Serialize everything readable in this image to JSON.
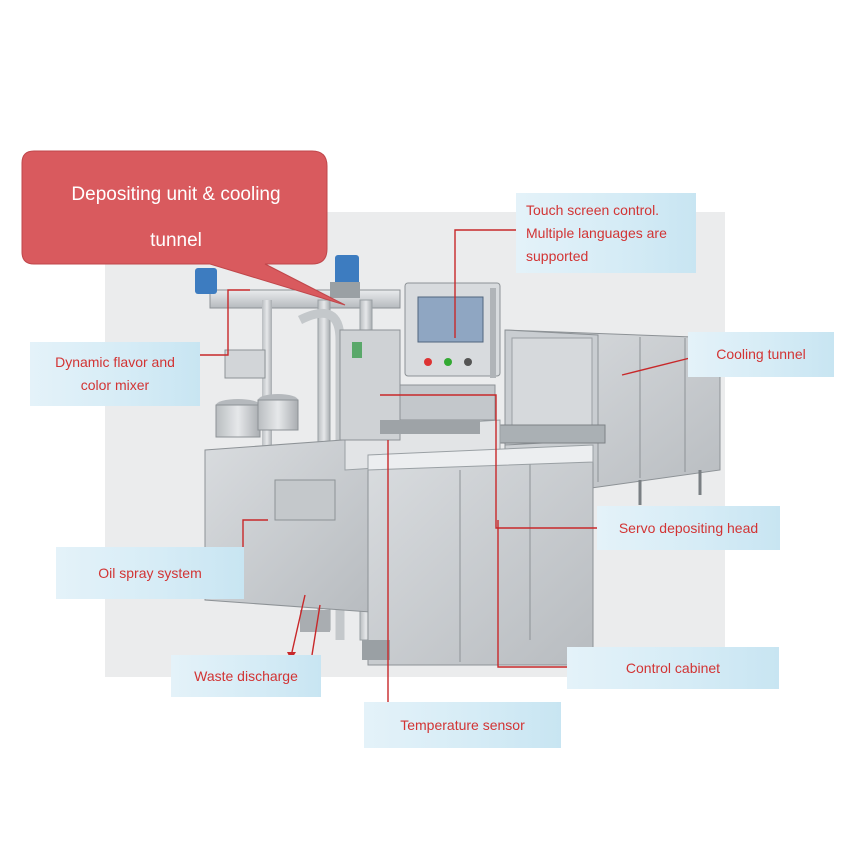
{
  "callout": {
    "text": "Depositing unit & cooling\ntunnel",
    "color": "#d95a5e"
  },
  "labels": {
    "touch_screen": "Touch screen control.\nMultiple languages are\nsupported",
    "cooling_tunnel": "Cooling tunnel",
    "flavor_mixer": "Dynamic flavor and\ncolor mixer",
    "servo_head": "Servo depositing head",
    "oil_spray": "Oil spray system",
    "control_cabinet": "Control cabinet",
    "waste_discharge": "Waste discharge",
    "temperature_sensor": "Temperature sensor"
  },
  "colors": {
    "label_text": "#d23434",
    "leader_line": "#c8282a",
    "label_background": "#d6ecf6"
  }
}
